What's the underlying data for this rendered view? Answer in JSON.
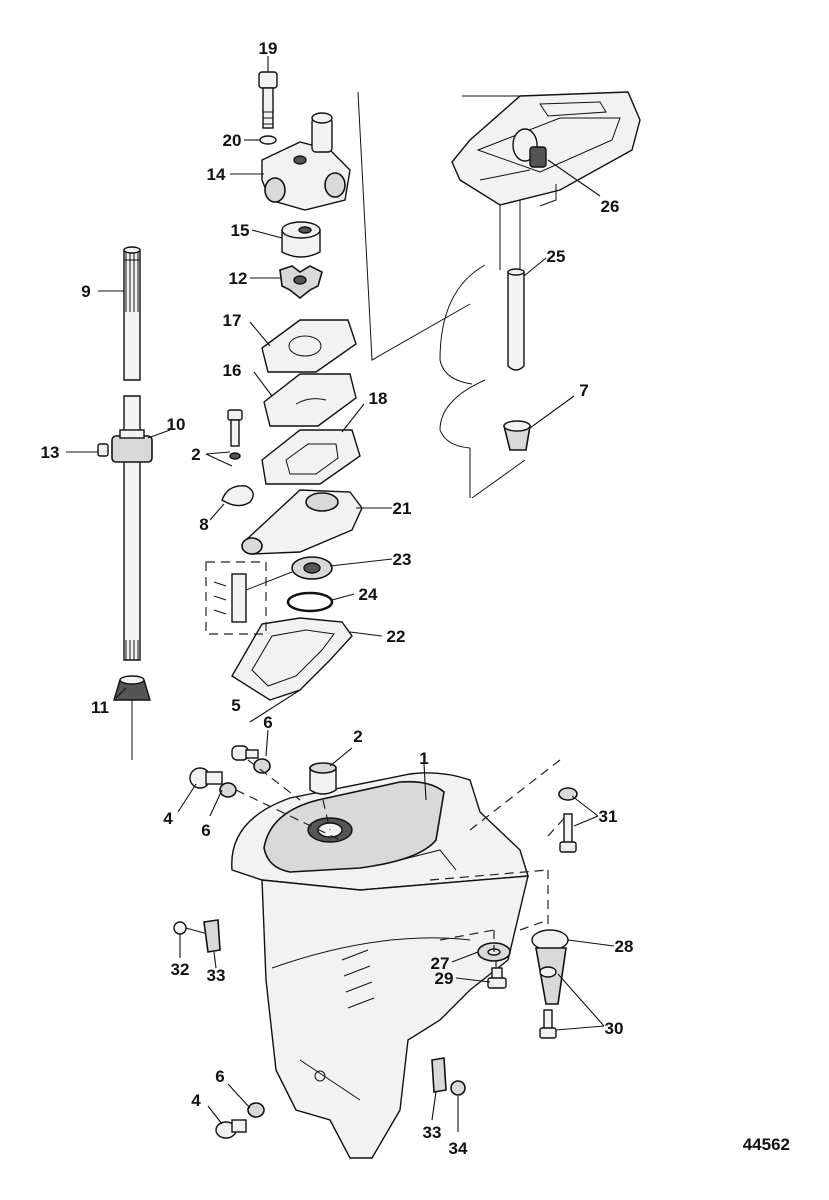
{
  "diagram": {
    "figure_id": "44562",
    "callouts": [
      {
        "key": "c19",
        "label": "19"
      },
      {
        "key": "c20",
        "label": "20"
      },
      {
        "key": "c14",
        "label": "14"
      },
      {
        "key": "c15",
        "label": "15"
      },
      {
        "key": "c12",
        "label": "12"
      },
      {
        "key": "c17",
        "label": "17"
      },
      {
        "key": "c16",
        "label": "16"
      },
      {
        "key": "c18",
        "label": "18"
      },
      {
        "key": "c2a",
        "label": "2"
      },
      {
        "key": "c8",
        "label": "8"
      },
      {
        "key": "c21",
        "label": "21"
      },
      {
        "key": "c23",
        "label": "23"
      },
      {
        "key": "c24",
        "label": "24"
      },
      {
        "key": "c22",
        "label": "22"
      },
      {
        "key": "c5",
        "label": "5"
      },
      {
        "key": "c9",
        "label": "9"
      },
      {
        "key": "c10",
        "label": "10"
      },
      {
        "key": "c13",
        "label": "13"
      },
      {
        "key": "c11",
        "label": "11"
      },
      {
        "key": "c26",
        "label": "26"
      },
      {
        "key": "c25",
        "label": "25"
      },
      {
        "key": "c7",
        "label": "7"
      },
      {
        "key": "c6a",
        "label": "6"
      },
      {
        "key": "c2b",
        "label": "2"
      },
      {
        "key": "c1",
        "label": "1"
      },
      {
        "key": "c4a",
        "label": "4"
      },
      {
        "key": "c6b",
        "label": "6"
      },
      {
        "key": "c31",
        "label": "31"
      },
      {
        "key": "c32",
        "label": "32"
      },
      {
        "key": "c33a",
        "label": "33"
      },
      {
        "key": "c27",
        "label": "27"
      },
      {
        "key": "c28",
        "label": "28"
      },
      {
        "key": "c29",
        "label": "29"
      },
      {
        "key": "c30",
        "label": "30"
      },
      {
        "key": "c6c",
        "label": "6"
      },
      {
        "key": "c4b",
        "label": "4"
      },
      {
        "key": "c33b",
        "label": "33"
      },
      {
        "key": "c34",
        "label": "34"
      }
    ]
  }
}
